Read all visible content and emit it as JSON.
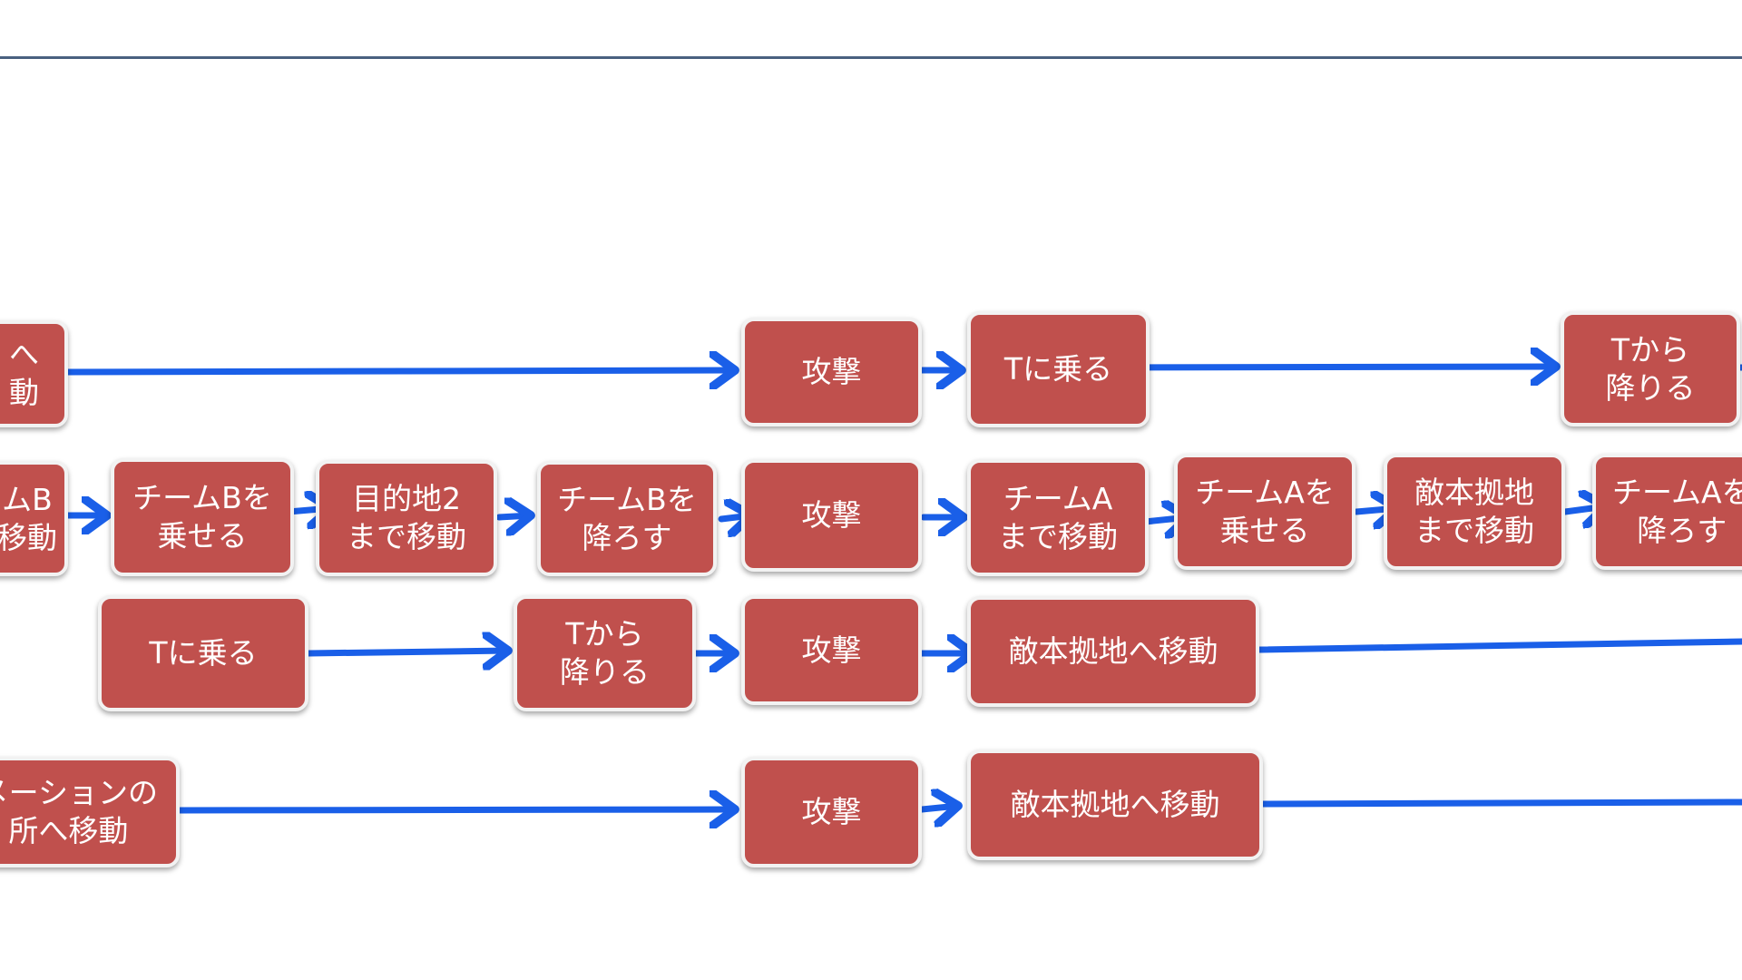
{
  "colors": {
    "box_fill": "#c0504d",
    "box_border": "#f2f2f2",
    "arrow": "#1a5fe8",
    "rule": "#4a6180"
  },
  "boxes": {
    "r1_left": "へ\n動",
    "r1_attack": "攻撃",
    "r1_board_t": "Tに乗る",
    "r1_exit_t": "Tから\n降りる",
    "r2_left": "ムB\n移動",
    "r2_load_b": "チームBを\n乗せる",
    "r2_dest2": "目的地2\nまで移動",
    "r2_unload_b": "チームBを\n降ろす",
    "r2_attack": "攻撃",
    "r2_to_a": "チームA\nまで移動",
    "r2_load_a": "チームAを\n乗せる",
    "r2_enemy_base": "敵本拠地\nまで移動",
    "r2_unload_a": "チームAを\n降ろす",
    "r3_board_t": "Tに乗る",
    "r3_exit_t": "Tから\n降りる",
    "r3_attack": "攻撃",
    "r3_to_enemy": "敵本拠地へ移動",
    "r4_left": "メーションの\n所へ移動",
    "r4_attack": "攻撃",
    "r4_to_enemy": "敵本拠地へ移動"
  }
}
